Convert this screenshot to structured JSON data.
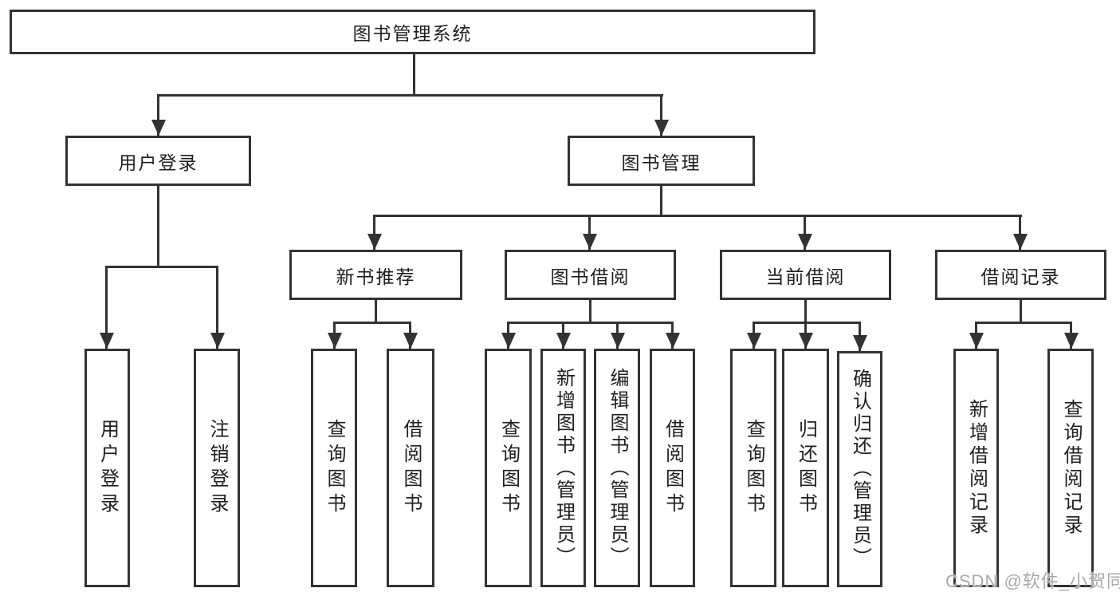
{
  "colors": {
    "background": "#ffffff",
    "line": "#333333",
    "text": "#1f1f1f",
    "watermark": "#a9a9a9"
  },
  "watermark": {
    "text": "CSDN @软件_小贺同学"
  },
  "diagram": {
    "root": {
      "label": "图书管理系统"
    },
    "branches": {
      "user_login": {
        "label": "用户登录",
        "children": [
          "用户登录",
          "注销登录"
        ]
      },
      "book_management": {
        "label": "图书管理",
        "children": {
          "new_books": {
            "label": "新书推荐",
            "children": [
              "查询图书",
              "借阅图书"
            ]
          },
          "book_borrowing": {
            "label": "图书借阅",
            "children": [
              "查询图书",
              "新增图书（管理员）",
              "编辑图书（管理员）",
              "借阅图书"
            ]
          },
          "current_borrowing": {
            "label": "当前借阅",
            "children": [
              "查询图书",
              "归还图书",
              "确认归还（管理员）"
            ]
          },
          "borrowing_records": {
            "label": "借阅记录",
            "children": [
              "新增借阅记录",
              "查询借阅记录"
            ]
          }
        }
      }
    }
  }
}
